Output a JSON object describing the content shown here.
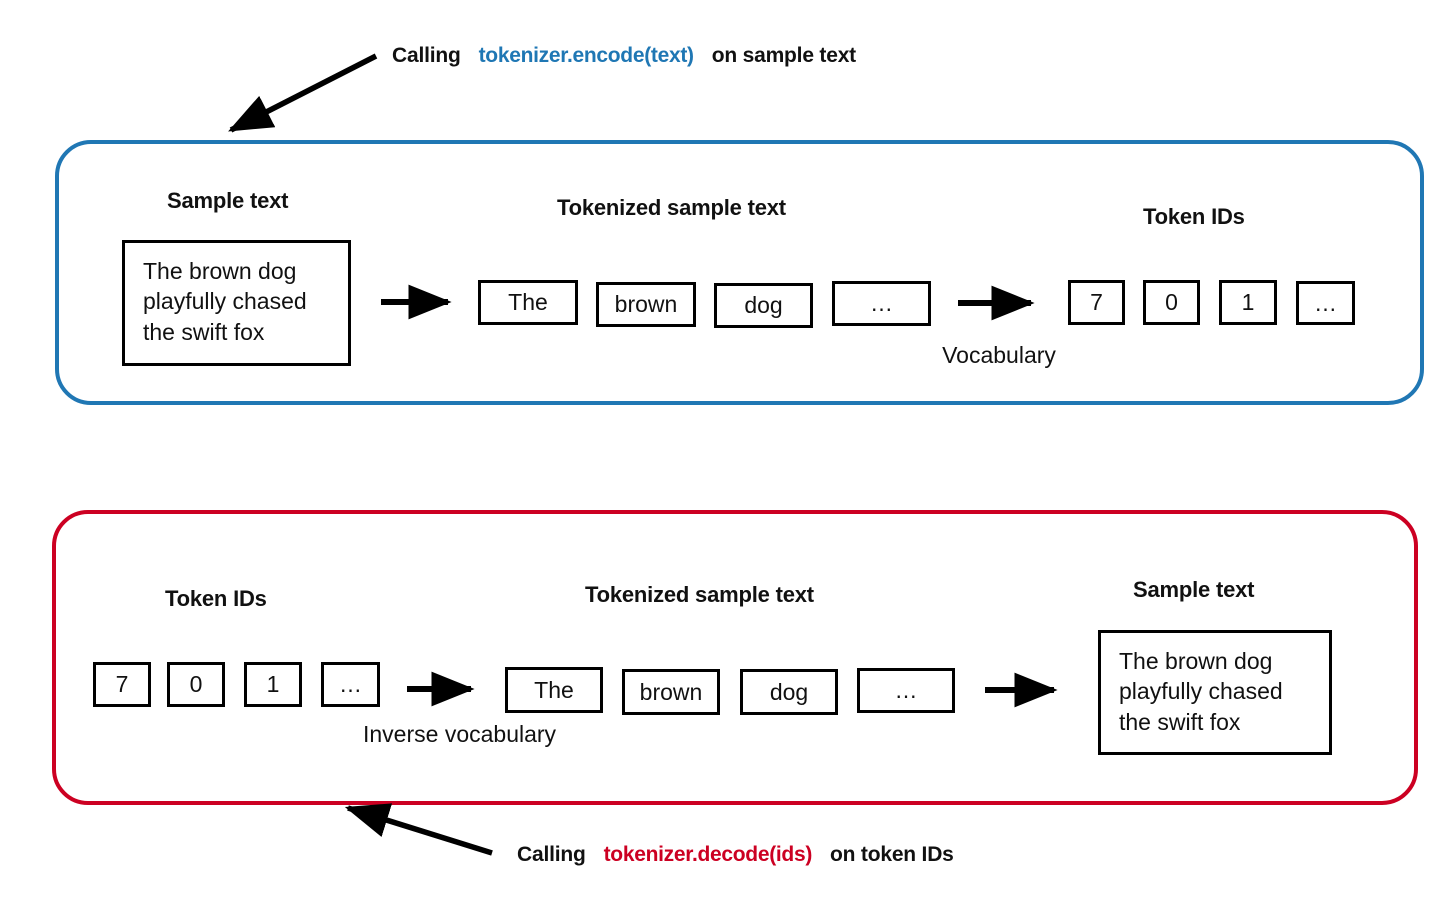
{
  "encode": {
    "caption": {
      "prefix": "Calling",
      "code": "tokenizer.encode(text)",
      "suffix": "on sample text",
      "code_color": "#1f77b4"
    },
    "panel_color": "#2077b4",
    "headings": {
      "sample_text": "Sample text",
      "tokenized": "Tokenized sample text",
      "token_ids": "Token IDs"
    },
    "sample_text_value": "The brown dog\nplayfully chased\nthe swift fox",
    "tokens": [
      "The",
      "brown",
      "dog",
      "…"
    ],
    "token_ids": [
      "7",
      "0",
      "1",
      "…"
    ],
    "mapping_label": "Vocabulary"
  },
  "decode": {
    "caption": {
      "prefix": "Calling",
      "code": "tokenizer.decode(ids)",
      "suffix": "on token IDs",
      "code_color": "#cc0022"
    },
    "panel_color": "#cc0022",
    "headings": {
      "token_ids": "Token IDs",
      "tokenized": "Tokenized sample text",
      "sample_text": "Sample text"
    },
    "token_ids": [
      "7",
      "0",
      "1",
      "…"
    ],
    "tokens": [
      "The",
      "brown",
      "dog",
      "…"
    ],
    "sample_text_value": "The brown dog\nplayfully chased\nthe swift fox",
    "mapping_label": "Inverse\nvocabulary"
  }
}
